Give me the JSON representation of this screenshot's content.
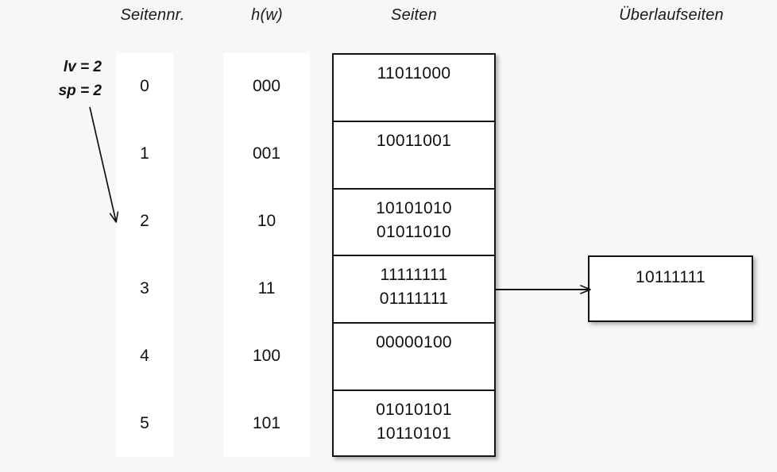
{
  "headers": {
    "seitennr": "Seitennr.",
    "hw": "h(w)",
    "seiten": "Seiten",
    "ueberlaufseiten": "Überlaufseiten"
  },
  "params": {
    "lv": "lv = 2",
    "sp": "sp = 2"
  },
  "colors": {
    "background": "#f7f7f7",
    "box_fill": "#ffffff",
    "stroke": "#141414",
    "text": "#111111"
  },
  "rows": [
    {
      "seitennr": "0",
      "hw": "000",
      "records": [
        "11011000"
      ]
    },
    {
      "seitennr": "1",
      "hw": "001",
      "records": [
        "10011001"
      ]
    },
    {
      "seitennr": "2",
      "hw": "10",
      "records": [
        "10101010",
        "01011010"
      ]
    },
    {
      "seitennr": "3",
      "hw": "11",
      "records": [
        "11111111",
        "01111111"
      ]
    },
    {
      "seitennr": "4",
      "hw": "100",
      "records": [
        "00000100"
      ]
    },
    {
      "seitennr": "5",
      "hw": "101",
      "records": [
        "01010101",
        "10110101"
      ]
    }
  ],
  "overflow": {
    "records": [
      "10111111"
    ]
  },
  "arrows": [
    {
      "name": "sp-pointer-arrow",
      "from_row": null,
      "to_row": 2
    },
    {
      "name": "overflow-link-arrow",
      "from_row": 3,
      "to": "overflow-box"
    }
  ]
}
